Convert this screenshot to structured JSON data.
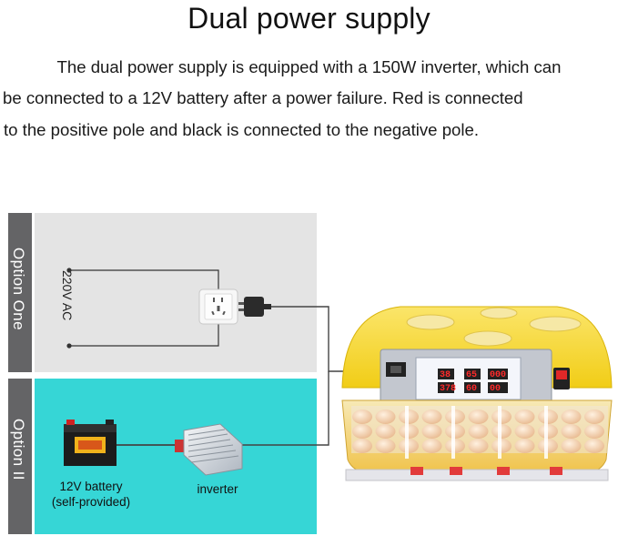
{
  "heading": "Dual power supply",
  "description": {
    "line1": "The dual power supply is equipped with a 150W inverter, which can",
    "line2": "be connected to a 12V battery after a power failure. Red is connected",
    "line3": "to the positive pole and black is connected to the negative pole."
  },
  "options": {
    "one_label": "Option One",
    "two_label": "Option II",
    "ac_label": "220V AC",
    "battery_label_line1": "12V battery",
    "battery_label_line2": "(self-provided)",
    "inverter_label": "inverter"
  },
  "incubator": {
    "display_top": [
      "38",
      "65",
      "000"
    ],
    "display_bottom": [
      "378",
      "60",
      "00"
    ]
  },
  "colors": {
    "option_bar": "#646466",
    "panel_one": "#e4e4e4",
    "panel_two": "#36d6d6",
    "incubator_lid": "#f5d625",
    "incubator_base": "#f0c84a",
    "display_digits": "#ff2a2a",
    "egg": "#f3d3b5"
  }
}
